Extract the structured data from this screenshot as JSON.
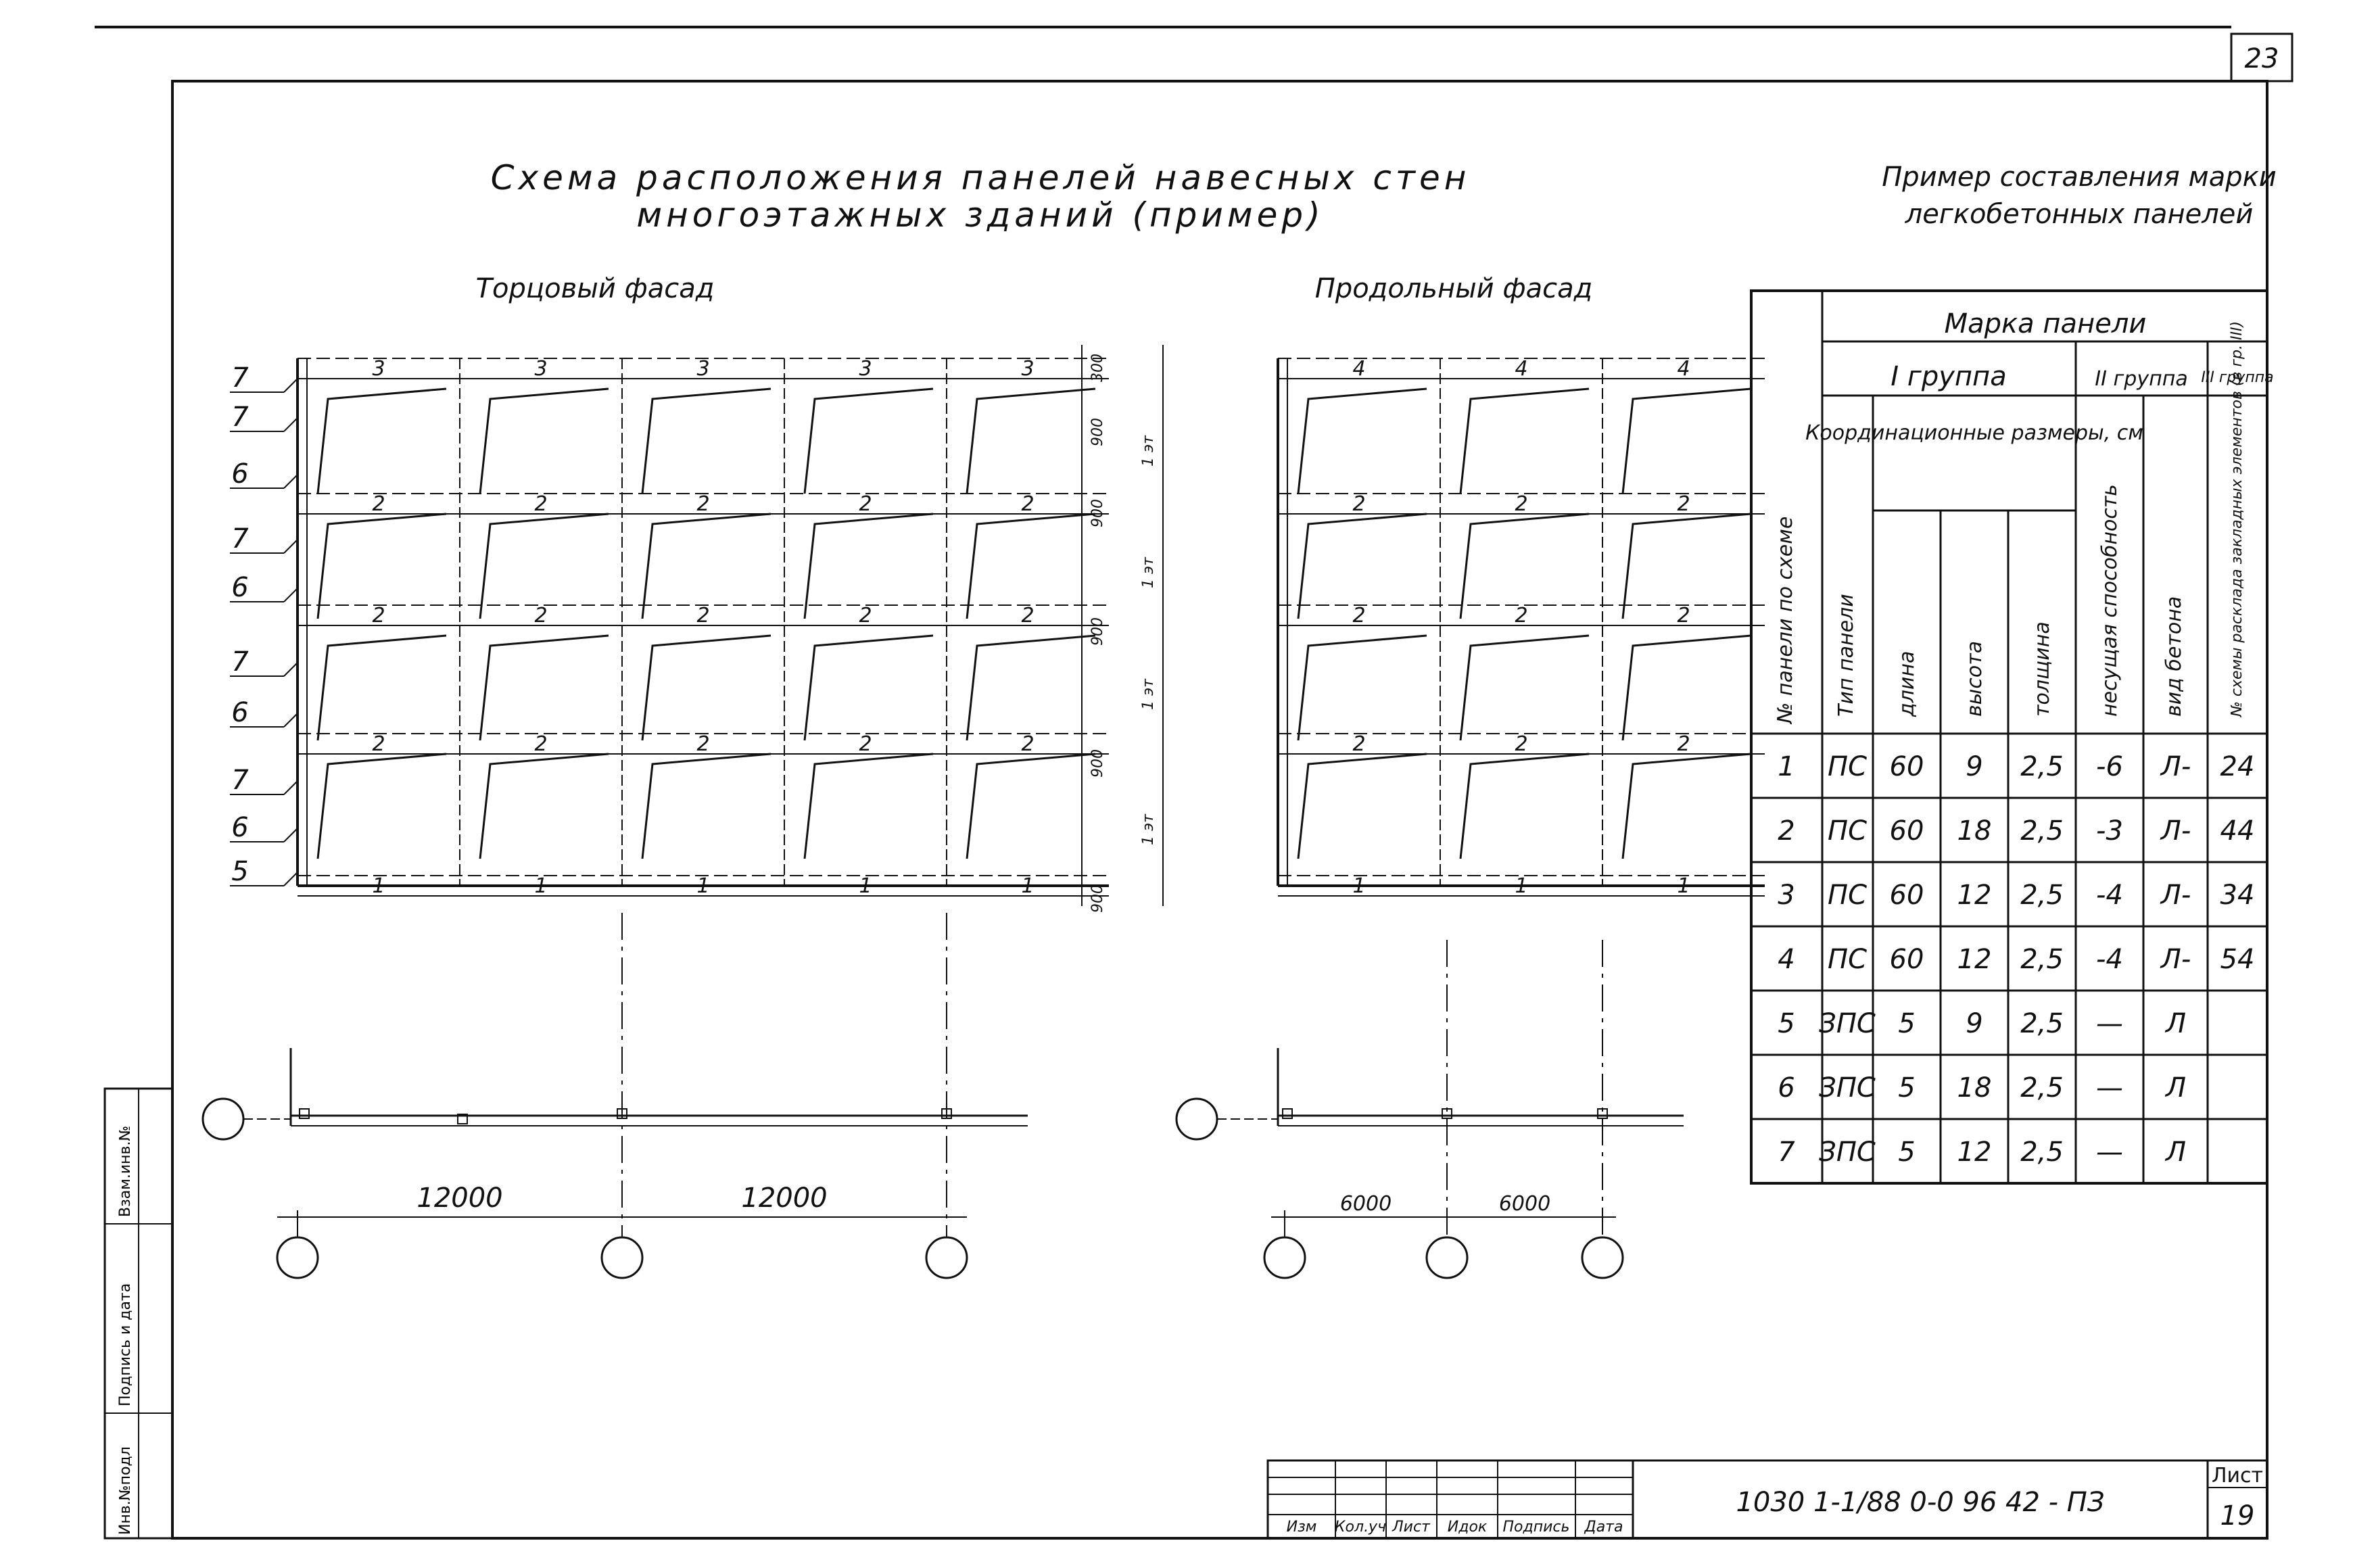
{
  "page_number": "23",
  "main_title": {
    "line1": "Схема расположения панелей навесных стен",
    "line2": "многоэтажных зданий (пример)"
  },
  "end_facade": {
    "title": "Торцовый фасад",
    "rows": [
      {
        "label": "3",
        "count": 5
      },
      {
        "label": "2",
        "count": 5
      },
      {
        "label": "2",
        "count": 5
      },
      {
        "label": "2",
        "count": 5
      },
      {
        "label": "1",
        "count": 5
      }
    ],
    "left_callouts": [
      "7",
      "7",
      "6",
      "7",
      "6",
      "7",
      "6",
      "7",
      "6",
      "5"
    ],
    "dims_a": [
      "300",
      "900",
      "900",
      "900",
      "900",
      "900"
    ],
    "dims_b": [
      "1 эт",
      "1 эт",
      "1 эт",
      "1 эт"
    ]
  },
  "long_facade": {
    "title": "Продольный фасад",
    "rows": [
      {
        "label": "4",
        "count": 3
      },
      {
        "label": "2",
        "count": 3
      },
      {
        "label": "2",
        "count": 3
      },
      {
        "label": "2",
        "count": 3
      },
      {
        "label": "1",
        "count": 3
      }
    ]
  },
  "plan_left": {
    "spans": [
      "12000",
      "12000"
    ]
  },
  "plan_right": {
    "spans": [
      "6000",
      "6000"
    ]
  },
  "table": {
    "title_line1": "Пример составления марки",
    "title_line2": "легкобетонных панелей",
    "header_mark": "Марка панели",
    "group1": "I группа",
    "group2": "II группа",
    "group3": "III группа",
    "col_no": "№ панели по схеме",
    "col_type": "Тип панели",
    "col_coord": "Координационные размеры, см",
    "col_length": "длина",
    "col_height": "высота",
    "col_thickness": "толщина",
    "col_bearing": "несущая способность",
    "col_concrete": "вид бетона",
    "col_scheme": "№ схемы расклада закладных элементов (в гр. III)",
    "rows": [
      {
        "no": "1",
        "type": "ПС",
        "length": "60",
        "height": "9",
        "thickness": "2,5",
        "bearing": "-6",
        "concrete": "Л-",
        "scheme": "24"
      },
      {
        "no": "2",
        "type": "ПС",
        "length": "60",
        "height": "18",
        "thickness": "2,5",
        "bearing": "-3",
        "concrete": "Л-",
        "scheme": "44"
      },
      {
        "no": "3",
        "type": "ПС",
        "length": "60",
        "height": "12",
        "thickness": "2,5",
        "bearing": "-4",
        "concrete": "Л-",
        "scheme": "34"
      },
      {
        "no": "4",
        "type": "ПС",
        "length": "60",
        "height": "12",
        "thickness": "2,5",
        "bearing": "-4",
        "concrete": "Л-",
        "scheme": "54"
      },
      {
        "no": "5",
        "type": "ЗПС",
        "length": "5",
        "height": "9",
        "thickness": "2,5",
        "bearing": "—",
        "concrete": "Л",
        "scheme": ""
      },
      {
        "no": "6",
        "type": "ЗПС",
        "length": "5",
        "height": "18",
        "thickness": "2,5",
        "bearing": "—",
        "concrete": "Л",
        "scheme": ""
      },
      {
        "no": "7",
        "type": "ЗПС",
        "length": "5",
        "height": "12",
        "thickness": "2,5",
        "bearing": "—",
        "concrete": "Л",
        "scheme": ""
      }
    ]
  },
  "side_stamp": [
    "Инв.№подл",
    "Подпись и дата",
    "Взам.инв.№"
  ],
  "title_block": {
    "code": "1030 1-1/88 0-0 96 42 - ПЗ",
    "sheet_label": "Лист",
    "sheet_no": "19",
    "cols": [
      "Изм",
      "Кол.уч",
      "Лист",
      "Идок",
      "Подпись",
      "Дата"
    ]
  }
}
